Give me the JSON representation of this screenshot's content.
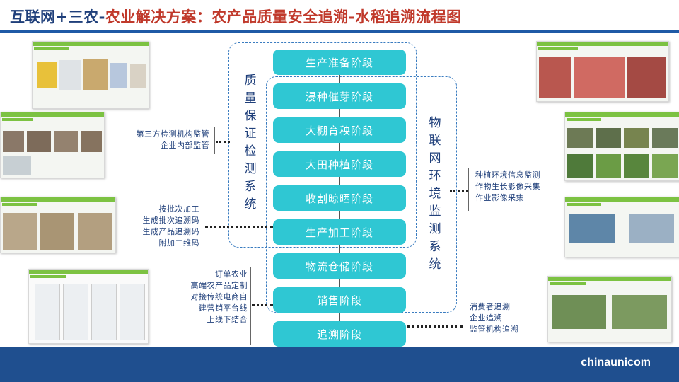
{
  "title": {
    "part1": "互联网+三农-",
    "part2": "农业解决方案：农产品质量安全追溯-水稻追溯流程图"
  },
  "stages": [
    "生产准备阶段",
    "浸种催芽阶段",
    "大棚育秧阶段",
    "大田种植阶段",
    "收割晾晒阶段",
    "生产加工阶段",
    "物流仓储阶段",
    "销售阶段",
    "追溯阶段"
  ],
  "left_system": "质量保证检测系统",
  "right_system": "物联网环境监测系统",
  "annotations": {
    "monitor": [
      "第三方检测机构监管",
      "企业内部监管"
    ],
    "process": [
      "按批次加工",
      "生成批次追溯码",
      "生成产品追溯码",
      "附加二维码"
    ],
    "sales": [
      "订单农业",
      "高端农产品定制",
      "对接传统电商自",
      "建营销平台线",
      "上线下结合"
    ],
    "env": [
      "种植环境信息监测",
      "作物生长影像采集",
      "作业影像采集"
    ],
    "trace": [
      "消费者追溯",
      "企业追溯",
      "监管机构追溯"
    ]
  },
  "footer": {
    "brand": "chinaunicom"
  },
  "colors": {
    "stage": "#2fc7d3",
    "title_blue": "#1f3f7a",
    "title_red": "#c0392b",
    "footer": "#1f4f8f"
  }
}
